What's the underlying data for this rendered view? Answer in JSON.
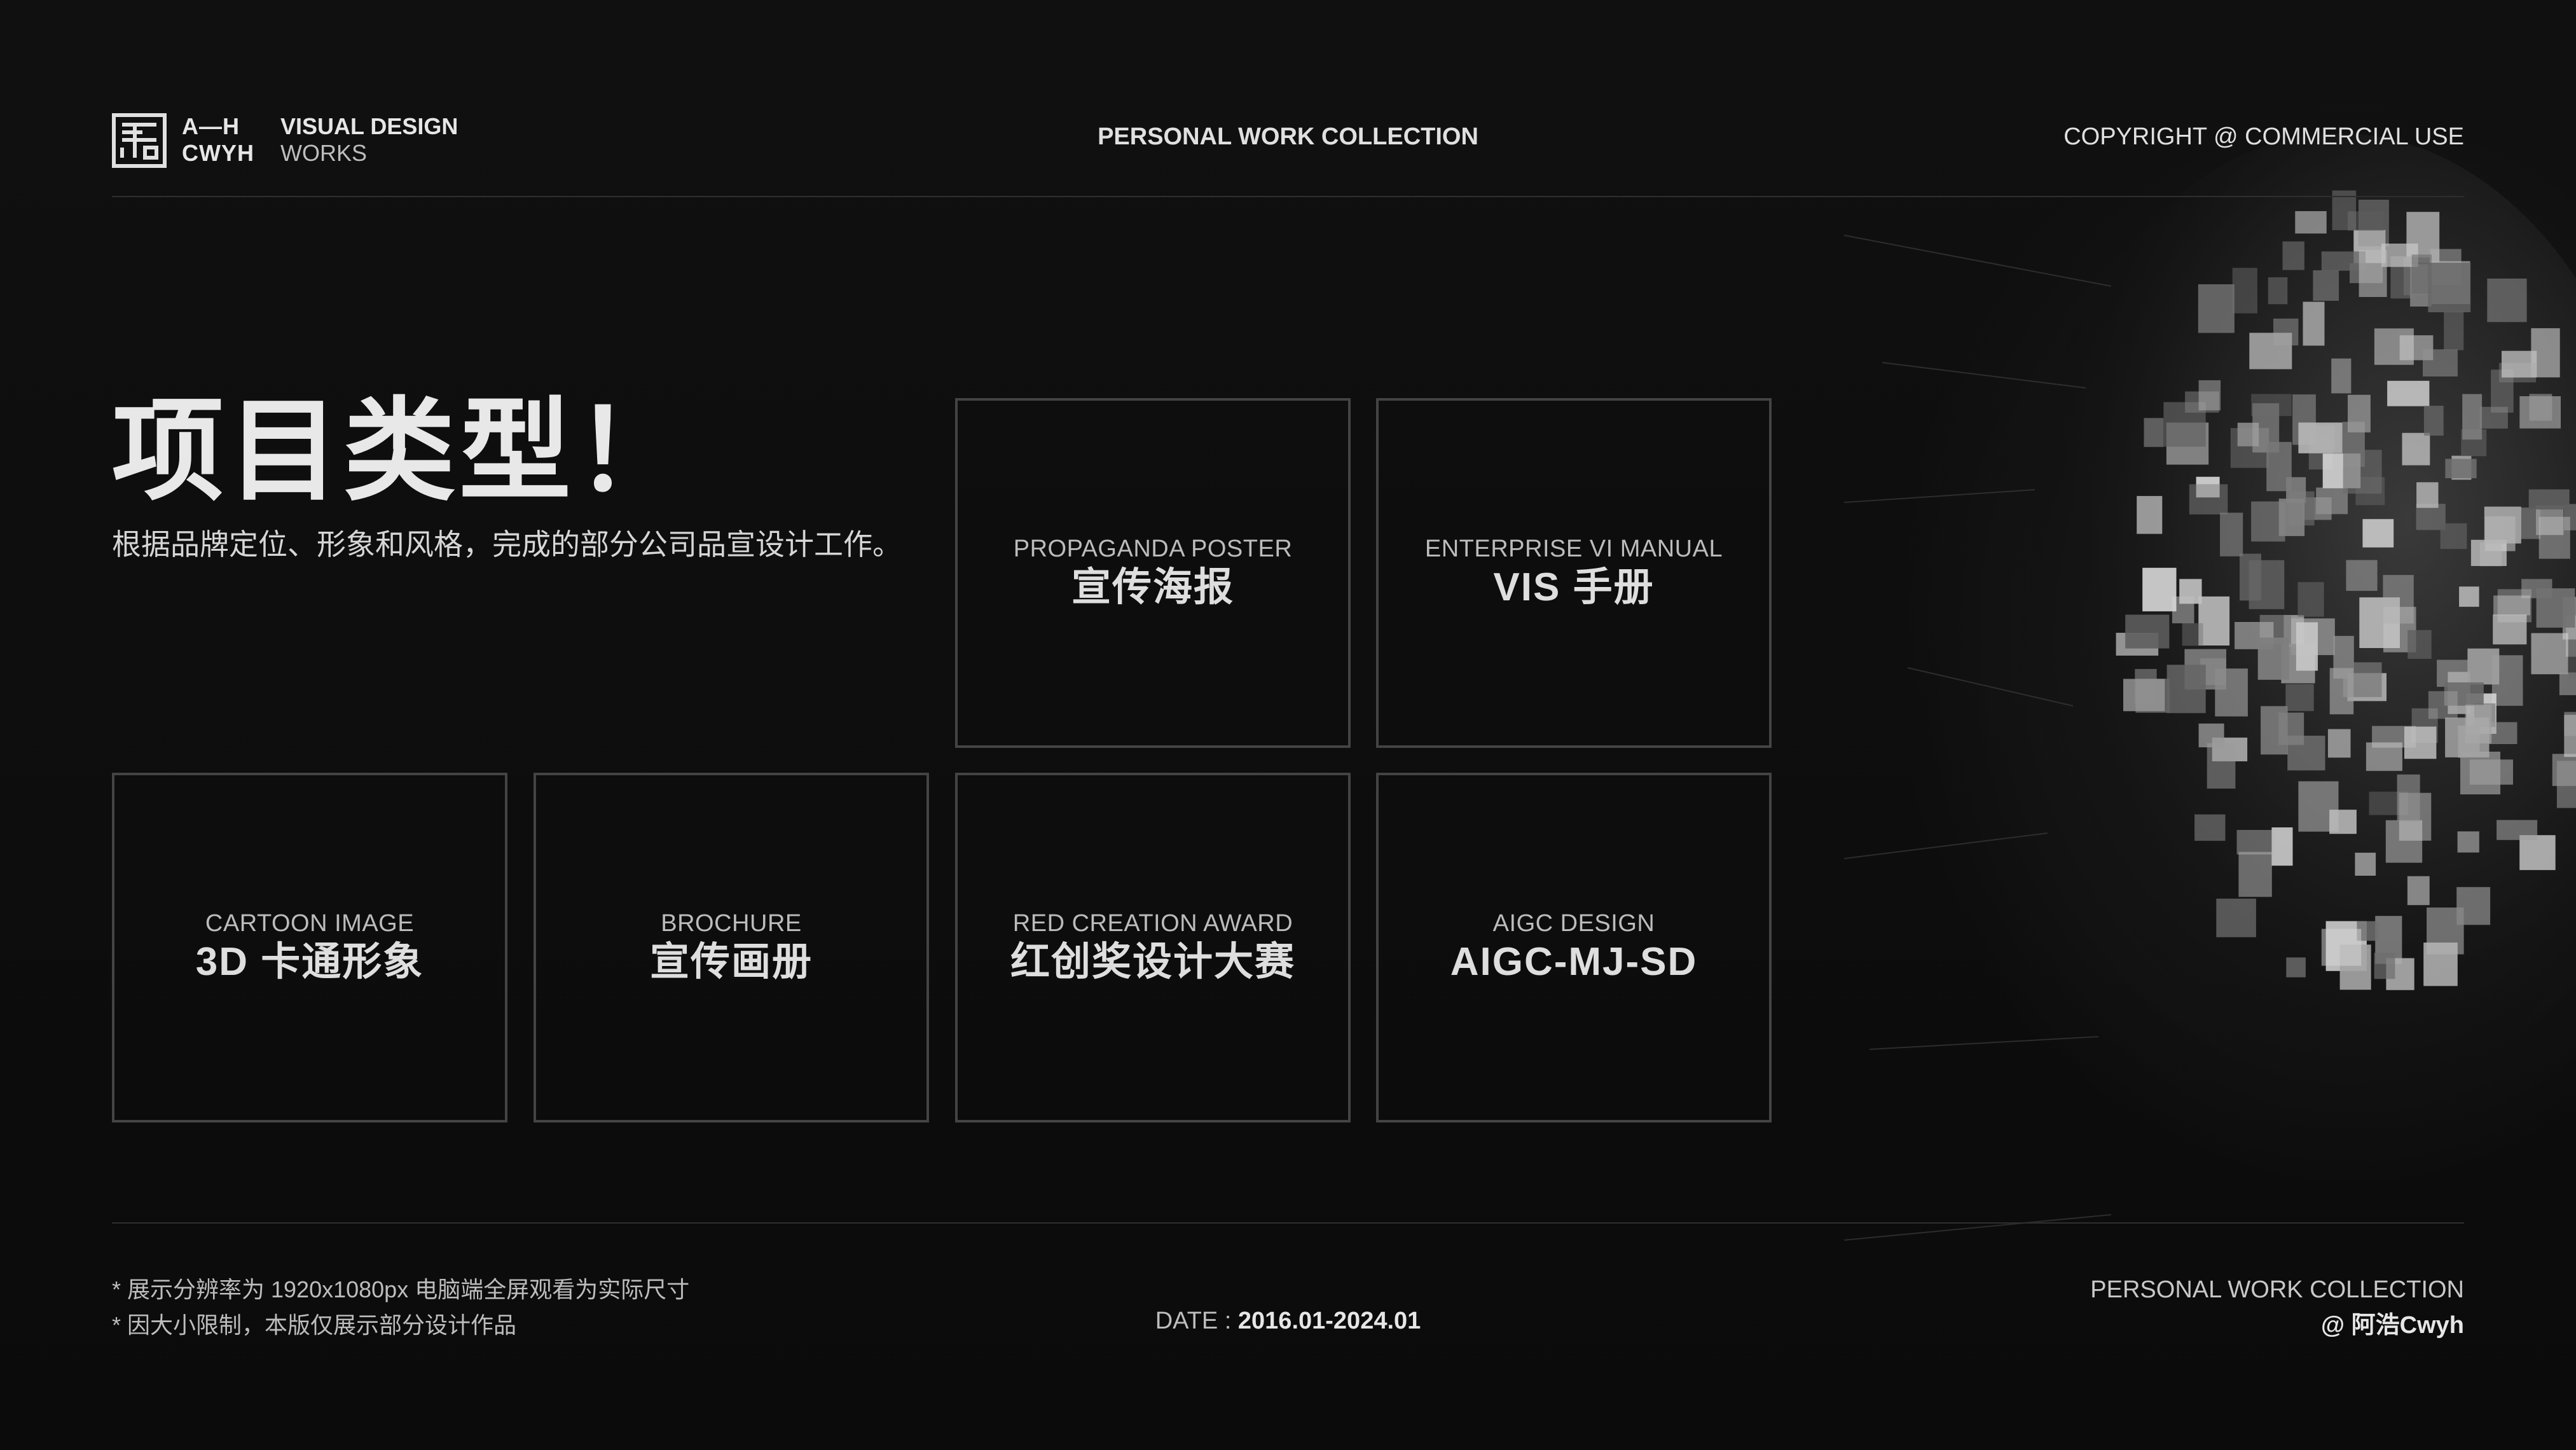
{
  "header": {
    "logo_line1": "A—H",
    "logo_line2": "CWYH",
    "brand_bold": "VISUAL DESIGN",
    "brand_light": "WORKS",
    "center_title": "PERSONAL WORK COLLECTION",
    "right_text": "COPYRIGHT @ COMMERCIAL USE"
  },
  "intro": {
    "title": "项目类型！",
    "subtitle": "根据品牌定位、形象和风格，完成的部分公司品宣设计工作。"
  },
  "categories": [
    {
      "en": "PROPAGANDA POSTER",
      "cn": "宣传海报"
    },
    {
      "en": "ENTERPRISE VI MANUAL",
      "cn": "VIS 手册"
    },
    {
      "en": "CARTOON IMAGE",
      "cn": "3D 卡通形象"
    },
    {
      "en": "BROCHURE",
      "cn": "宣传画册"
    },
    {
      "en": "RED CREATION AWARD",
      "cn": "红创奖设计大赛"
    },
    {
      "en": "AIGC DESIGN",
      "cn": "AIGC-MJ-SD"
    }
  ],
  "footer": {
    "note1": "* 展示分辨率为 1920x1080px 电脑端全屏观看为实际尺寸",
    "note2": "* 因大小限制，本版仅展示部分设计作品",
    "date_label": "DATE : ",
    "date_value": "2016.01-2024.01",
    "collection": "PERSONAL WORK COLLECTION",
    "signature": "@ 阿浩Cwyh"
  },
  "colors": {
    "background": "#0c0c0c",
    "tile_border": "#444444",
    "text_primary": "#e6e6e6",
    "text_secondary": "#bdbdbd"
  }
}
